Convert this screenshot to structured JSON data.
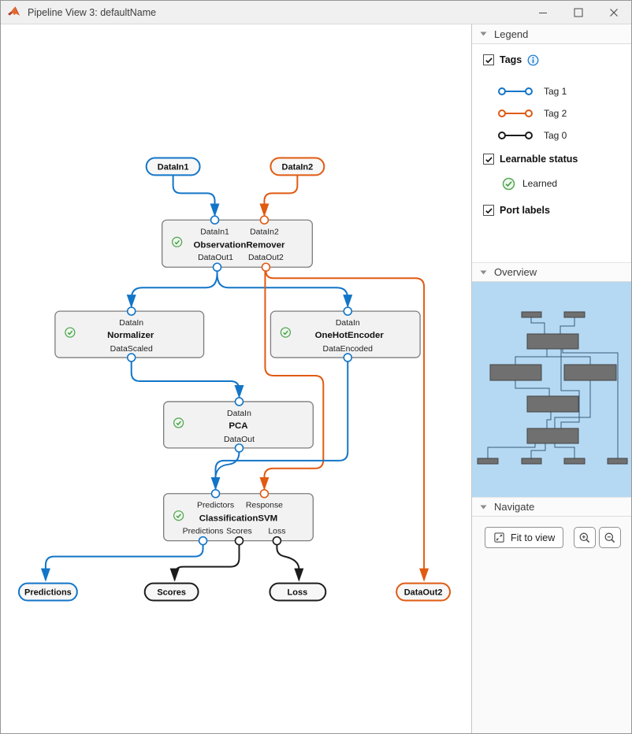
{
  "window": {
    "title": "Pipeline View 3: defaultName",
    "minimize_icon": "minimize",
    "maximize_icon": "maximize",
    "close_icon": "close",
    "logo_icon": "matlab-logo"
  },
  "legend": {
    "header": "Legend",
    "tags_label": "Tags",
    "tags_checked": true,
    "info_icon": "info",
    "tags": [
      {
        "label": "Tag 1",
        "color": "#1375C8"
      },
      {
        "label": "Tag 2",
        "color": "#E05A11"
      },
      {
        "label": "Tag 0",
        "color": "#1C1C1C"
      }
    ],
    "learnable_label": "Learnable status",
    "learnable_checked": true,
    "learned_label": "Learned",
    "learned_color": "#3E9C3E",
    "port_labels_label": "Port labels",
    "port_labels_checked": true
  },
  "overview": {
    "header": "Overview",
    "minimap_bg": "#B5D9F3",
    "minimap_node_color": "#707070"
  },
  "navigate": {
    "header": "Navigate",
    "fit_label": "Fit to view",
    "fit_icon": "fit-to-view",
    "zoom_in_icon": "magnifier-plus",
    "zoom_out_icon": "magnifier-minus"
  },
  "pipeline": {
    "colors": {
      "tag1_blue": "#1375C8",
      "tag2_orange": "#E05A11",
      "tag0_black": "#1C1C1C",
      "learned_green": "#3E9C3E"
    },
    "inputs": [
      {
        "label": "DataIn1",
        "tag": "Tag 1"
      },
      {
        "label": "DataIn2",
        "tag": "Tag 2"
      }
    ],
    "outputs": [
      {
        "label": "Predictions",
        "tag": "Tag 1"
      },
      {
        "label": "Scores",
        "tag": "Tag 0"
      },
      {
        "label": "Loss",
        "tag": "Tag 0"
      },
      {
        "label": "DataOut2",
        "tag": "Tag 2"
      }
    ],
    "nodes": [
      {
        "title": "ObservationRemover",
        "learned": true,
        "inputs": [
          "DataIn1",
          "DataIn2"
        ],
        "outputs": [
          "DataOut1",
          "DataOut2"
        ]
      },
      {
        "title": "Normalizer",
        "learned": true,
        "inputs": [
          "DataIn"
        ],
        "outputs": [
          "DataScaled"
        ]
      },
      {
        "title": "OneHotEncoder",
        "learned": true,
        "inputs": [
          "DataIn"
        ],
        "outputs": [
          "DataEncoded"
        ]
      },
      {
        "title": "PCA",
        "learned": true,
        "inputs": [
          "DataIn"
        ],
        "outputs": [
          "DataOut"
        ]
      },
      {
        "title": "ClassificationSVM",
        "learned": true,
        "inputs": [
          "Predictors",
          "Response"
        ],
        "outputs": [
          "Predictions",
          "Scores",
          "Loss"
        ]
      }
    ]
  }
}
